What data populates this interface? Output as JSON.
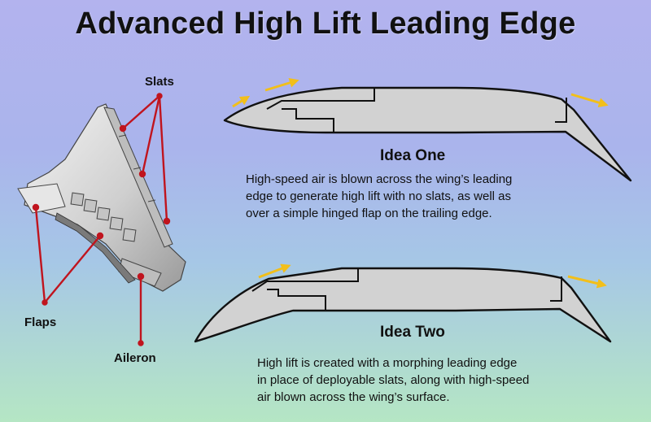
{
  "title": "Advanced High Lift Leading Edge",
  "callouts": {
    "slats": "Slats",
    "flaps": "Flaps",
    "aileron": "Aileron"
  },
  "idea_one": {
    "heading": "Idea One",
    "lines": [
      "High-speed air is blown across the wing’s leading",
      "edge to generate high lift with no slats, as well as",
      "over a simple hinged flap on the trailing edge."
    ]
  },
  "idea_two": {
    "heading": "Idea Two",
    "lines": [
      "High lift is created with a morphing leading edge",
      "in place of deployable slats, along with high-speed",
      "air blown across the wing’s surface."
    ]
  },
  "colors": {
    "airfoil_fill": "#d2d2d2",
    "outline": "#111111",
    "callout_line": "#c0141e",
    "airflow_arrow": "#f2bf1a"
  }
}
